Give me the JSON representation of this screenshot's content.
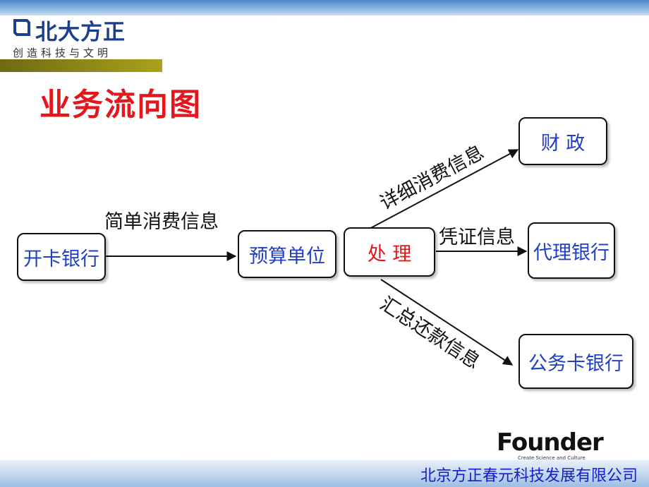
{
  "logo": {
    "name": "北大方正",
    "slogan": "创造科技与文明"
  },
  "title": "业务流向图",
  "nodes": {
    "issuing_bank": "开卡银行",
    "budget_unit": "预算单位",
    "process": "处 理",
    "finance": "财 政",
    "agent_bank": "代理银行",
    "card_bank": "公务卡银行"
  },
  "edges": {
    "simple_info": "简单消费信息",
    "detail_info": "详细消费信息",
    "voucher_info": "凭证信息",
    "summary_info": "汇总还款信息"
  },
  "footer": {
    "brand": "Founder",
    "brand_tagline": "Create Science and Culture",
    "company": "北京方正春元科技发展有限公司"
  },
  "colors": {
    "title": "#e3171c",
    "node_text": "#1f3fc7",
    "process_text": "#e3171c",
    "company_text": "#1a1acf"
  }
}
